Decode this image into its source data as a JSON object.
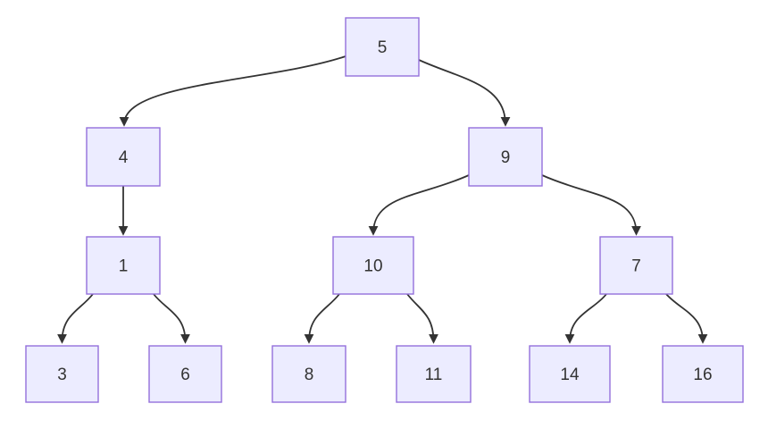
{
  "diagram": {
    "kind": "binary-tree-flowchart",
    "orientation": "top-down",
    "background_color": "#FFFFFF",
    "node_style": {
      "fill": "#ECECFF",
      "border": "#9370DB",
      "text_color": "#333333"
    },
    "edge_style": {
      "color": "#333333",
      "arrowhead": "filled-triangle"
    },
    "nodes": [
      {
        "id": "5",
        "label": "5"
      },
      {
        "id": "4",
        "label": "4"
      },
      {
        "id": "9",
        "label": "9"
      },
      {
        "id": "1",
        "label": "1"
      },
      {
        "id": "10",
        "label": "10"
      },
      {
        "id": "7",
        "label": "7"
      },
      {
        "id": "3",
        "label": "3"
      },
      {
        "id": "6",
        "label": "6"
      },
      {
        "id": "8",
        "label": "8"
      },
      {
        "id": "11",
        "label": "11"
      },
      {
        "id": "14",
        "label": "14"
      },
      {
        "id": "16",
        "label": "16"
      }
    ],
    "edges": [
      {
        "from": "5",
        "to": "4"
      },
      {
        "from": "5",
        "to": "9"
      },
      {
        "from": "4",
        "to": "1"
      },
      {
        "from": "1",
        "to": "3"
      },
      {
        "from": "1",
        "to": "6"
      },
      {
        "from": "9",
        "to": "10"
      },
      {
        "from": "9",
        "to": "7"
      },
      {
        "from": "10",
        "to": "8"
      },
      {
        "from": "10",
        "to": "11"
      },
      {
        "from": "7",
        "to": "14"
      },
      {
        "from": "7",
        "to": "16"
      }
    ]
  }
}
